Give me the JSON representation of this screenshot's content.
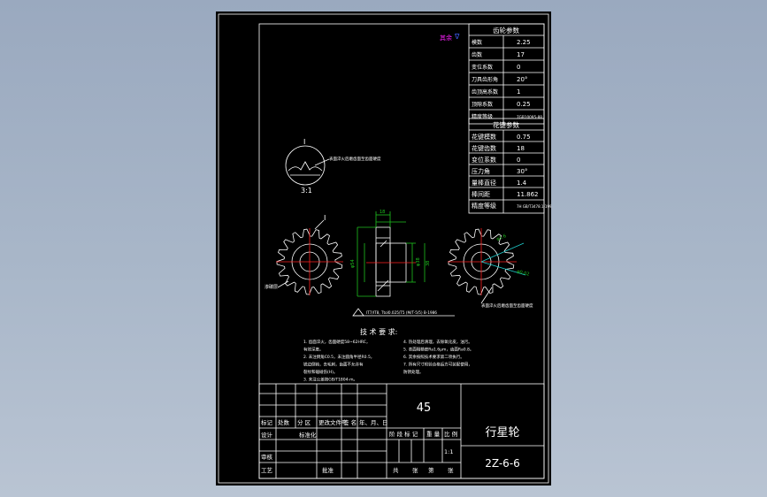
{
  "colors": {
    "background_top": "#9aa9bf",
    "sheet": "#000000",
    "line": "#ffffff",
    "dimension": "#1fc21f",
    "centerline": "#ff2020",
    "axis": "#20d0d0",
    "tag_magenta": "#ff20ff",
    "tag_blue": "#4060ff"
  },
  "tag": {
    "left": "其余",
    "right": "∇"
  },
  "gear_params": {
    "title": "齿轮参数",
    "rows": [
      {
        "label": "模数",
        "value": "2.25"
      },
      {
        "label": "齿数",
        "value": "17"
      },
      {
        "label": "变位系数",
        "value": "0"
      },
      {
        "label": "刀具齿形角",
        "value": "20°"
      },
      {
        "label": "齿顶高系数",
        "value": "1"
      },
      {
        "label": "顶隙系数",
        "value": "0.25"
      },
      {
        "label": "精度等级",
        "value": "7GB10095-88"
      }
    ]
  },
  "spline_params": {
    "title": "花键参数",
    "rows": [
      {
        "label": "花键模数",
        "value": "0.75"
      },
      {
        "label": "花键齿数",
        "value": "18"
      },
      {
        "label": "变位系数",
        "value": "0"
      },
      {
        "label": "压力角",
        "value": "30°"
      },
      {
        "label": "量棒直径",
        "value": "1.4"
      },
      {
        "label": "棒间距",
        "value": "11.862"
      },
      {
        "label": "精度等级",
        "value": "7H GB/T3478.1-1995"
      }
    ]
  },
  "detail": {
    "label": "I",
    "note": "表面淬火后磨齿面至齿面硬度",
    "scale": "3:1"
  },
  "views": {
    "left_marker": "I",
    "left_note": "渗碳层",
    "right_note": "表面淬火后磨齿面至齿面硬度",
    "bottom_note": "IT7/IT8, Ttol0.025/T5 (M/T-5/5) B-1986"
  },
  "dims": {
    "width_top": "18",
    "d_left": "φ54",
    "d_right": "φ38",
    "h_right": "38",
    "ang_a": "φ1.6",
    "ang_b": "φ0.02"
  },
  "tech_req": {
    "title": "技 术 要 求:",
    "lines_left": [
      "1. 齿面淬火，齿面硬度58~62HRC，",
      "   有效深度。",
      "2. 未注倒角C0.5，未注圆角半径R0.5，",
      "   锐边倒钝，去毛刺，齿面不允许有",
      "   裂纹和磕碰伤(H)。",
      "3. 未注公差按GB/T1804-m。"
    ],
    "lines_right": [
      "4. 热处理后清理，去除氧化皮，油污。",
      "5. 表面粗糙度Ra1.6μm，齿面Ra0.8。",
      "6. 其余按照技术要求第二项执行。",
      "7. 所有尺寸检验合格后方可装配使用，",
      "   防锈处理。"
    ]
  },
  "title_block": {
    "material": "45",
    "part_name": "行星轮",
    "drawing_no": "2Z-6-6",
    "scale": "1:1",
    "header_labels": [
      "标记",
      "处数",
      "分 区",
      "更改文件号",
      "签 名",
      "年、月、日"
    ],
    "design": "设计",
    "standardize": "标准化",
    "review": "审核",
    "process": "工艺",
    "approve": "批准",
    "stage_mark": "阶 段 标 记",
    "weight": "重 量",
    "ratio": "比 例",
    "total_sheets": "共",
    "sheet_label": "张",
    "page": "第",
    "page_label": "张"
  }
}
